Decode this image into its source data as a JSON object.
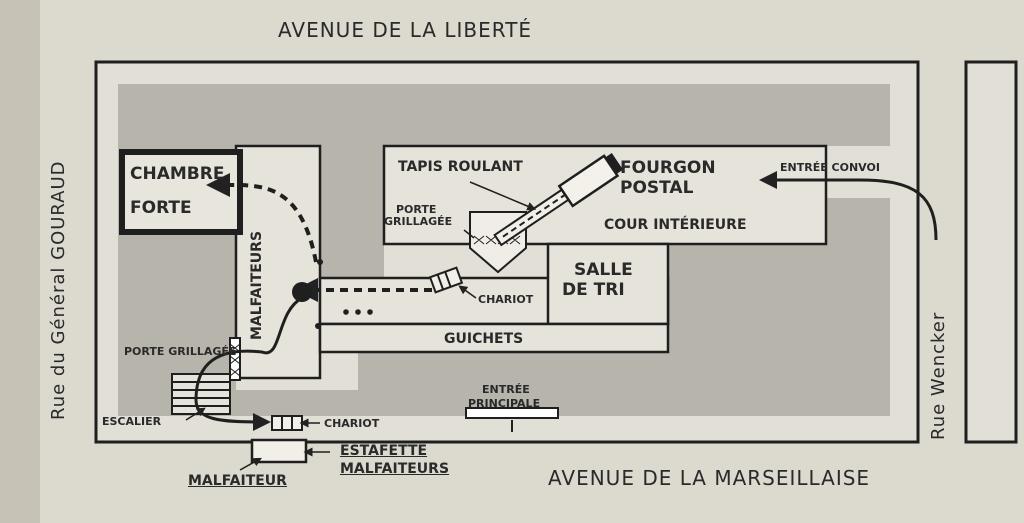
{
  "streets": {
    "top": "AVENUE DE LA LIBERTÉ",
    "bottom": "AVENUE DE LA MARSEILLAISE",
    "left": "Rue du Général GOURAUD",
    "right": "Rue Wencker"
  },
  "rooms": {
    "chambre_forte_line1": "CHAMBRE",
    "chambre_forte_line2": "FORTE",
    "malfaiteurs": "MALFAITEURS",
    "tapis_roulant": "TAPIS ROULANT",
    "fourgon_line1": "FOURGON",
    "fourgon_line2": "POSTAL",
    "entree_convoi": "ENTRÉE CONVOI",
    "porte_grillagee_top_line1": "PORTE",
    "porte_grillagee_top_line2": "GRILLAGÉE",
    "cour_interieure": "COUR INTÉRIEURE",
    "salle_de_tri_line1": "SALLE",
    "salle_de_tri_line2": "DE TRI",
    "chariot_mid": "CHARIOT",
    "guichets": "GUICHETS",
    "porte_grillagee_left": "PORTE GRILLAGÉE",
    "entree_principale_line1": "ENTRÉE",
    "entree_principale_line2": "PRINCIPALE",
    "escalier": "ESCALIER",
    "chariot_bottom": "CHARIOT",
    "estafette_line1": "ESTAFETTE",
    "estafette_line2": "MALFAITEURS",
    "malfaiteur": "MALFAITEUR"
  }
}
